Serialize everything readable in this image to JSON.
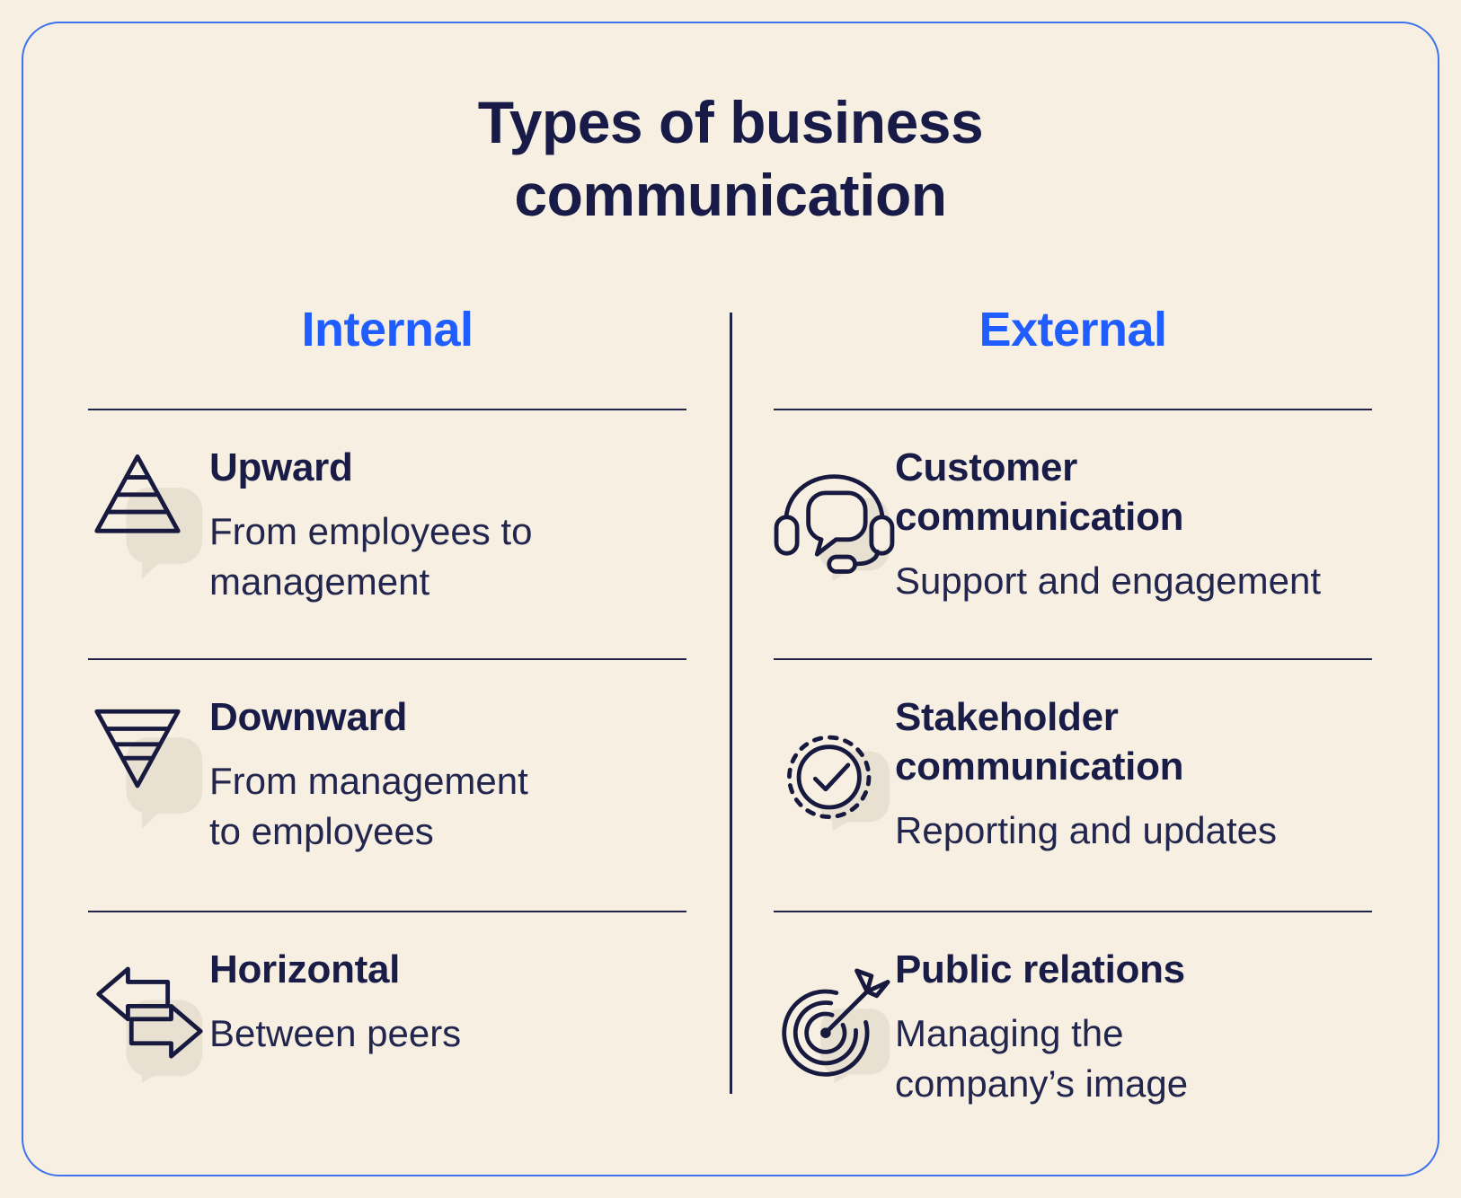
{
  "page": {
    "title": "Types of business\ncommunication"
  },
  "colors": {
    "background": "#f7f0e2",
    "frame_border": "#3d73ee",
    "heading_navy": "#181b47",
    "accent_blue": "#1f5dff",
    "line_navy": "#212447",
    "icon_bubble": "#e8e1d2"
  },
  "columns": [
    {
      "id": "internal",
      "header": "Internal",
      "items": [
        {
          "icon": "upward-pyramid-icon",
          "title": "Upward",
          "description": "From employees to\nmanagement"
        },
        {
          "icon": "downward-funnel-icon",
          "title": "Downward",
          "description": "From management\nto employees"
        },
        {
          "icon": "horizontal-arrows-icon",
          "title": "Horizontal",
          "description": "Between peers"
        }
      ]
    },
    {
      "id": "external",
      "header": "External",
      "items": [
        {
          "icon": "customer-headset-icon",
          "title": "Customer\ncommunication",
          "description": "Support and engagement"
        },
        {
          "icon": "stakeholder-badge-check-icon",
          "title": "Stakeholder\ncommunication",
          "description": "Reporting and updates"
        },
        {
          "icon": "public-relations-target-icon",
          "title": "Public relations",
          "description": "Managing the\ncompany’s image"
        }
      ]
    }
  ]
}
